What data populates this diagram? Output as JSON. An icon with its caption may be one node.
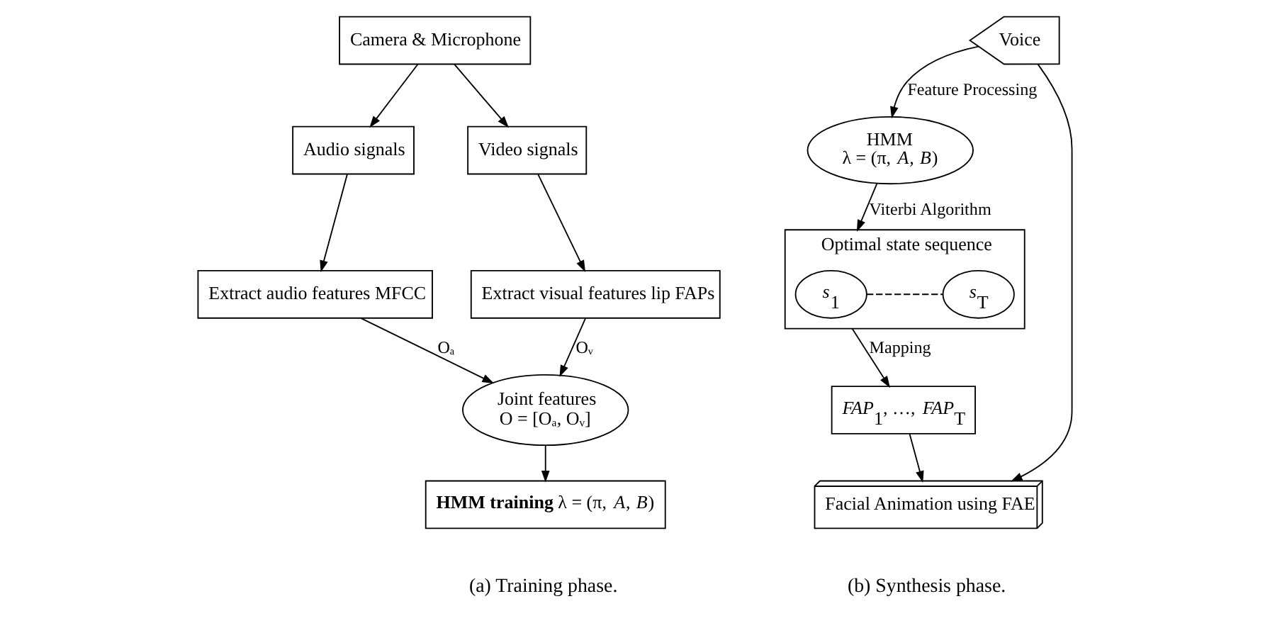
{
  "diagram": {
    "nodes": [
      {
        "text": [
          "Camera & Microphone"
        ]
      },
      {
        "text": [
          "Audio signals"
        ]
      },
      {
        "text": [
          "Video signals"
        ]
      },
      {
        "text": [
          "Extract audio features MFCC"
        ]
      },
      {
        "text": [
          "Extract visual features lip FAPs"
        ]
      },
      {
        "text": [
          "Joint features",
          "O = [Oₐ, Oᵥ]"
        ]
      },
      {
        "text": [
          "**HMM training** λ = (π, *A*, *B*)"
        ]
      },
      {
        "text": [
          "HMM",
          "λ = (π, *A*, *B*)"
        ]
      },
      {
        "text": [
          "Optimal state sequence"
        ]
      },
      {
        "text": [
          "*s*$_{1}$"
        ],
        "in": 8
      },
      {
        "text": [
          "*s*$_{T}$"
        ],
        "in": 8
      },
      {
        "text": [
          "*FAP*$_{1}$, …, *FAP*$_{T}$"
        ]
      },
      {
        "text": [
          "Facial Animation using FAE"
        ]
      },
      {
        "text": [
          "Voice"
        ]
      }
    ],
    "edges": [
      {
        "from": 0,
        "to": 1,
        "arrow": "to"
      },
      {
        "from": 0,
        "to": 2,
        "arrow": "to"
      },
      {
        "from": 1,
        "to": 3,
        "arrow": "to"
      },
      {
        "from": 2,
        "to": 4,
        "arrow": "to"
      },
      {
        "from": 3,
        "to": 5,
        "arrow": "to",
        "label": "Oₐ"
      },
      {
        "from": 4,
        "to": 5,
        "arrow": "to",
        "label": "Oᵥ"
      },
      {
        "from": 5,
        "to": 6,
        "arrow": "to"
      },
      {
        "from": 13,
        "to": 7,
        "arrow": "to",
        "label": "Feature Processing"
      },
      {
        "from": 7,
        "to": 8,
        "arrow": "to",
        "label": "Viterbi Algorithm"
      },
      {
        "from": 9,
        "to": 10,
        "arrow": "none",
        "style": "dashed"
      },
      {
        "from": 8,
        "to": 11,
        "arrow": "to",
        "label": "Mapping"
      },
      {
        "from": 11,
        "to": 12,
        "arrow": "to"
      },
      {
        "from": 13,
        "to": 12,
        "arrow": "to"
      }
    ],
    "labels": [
      "(a) Training phase.",
      "(b) Synthesis phase."
    ]
  }
}
